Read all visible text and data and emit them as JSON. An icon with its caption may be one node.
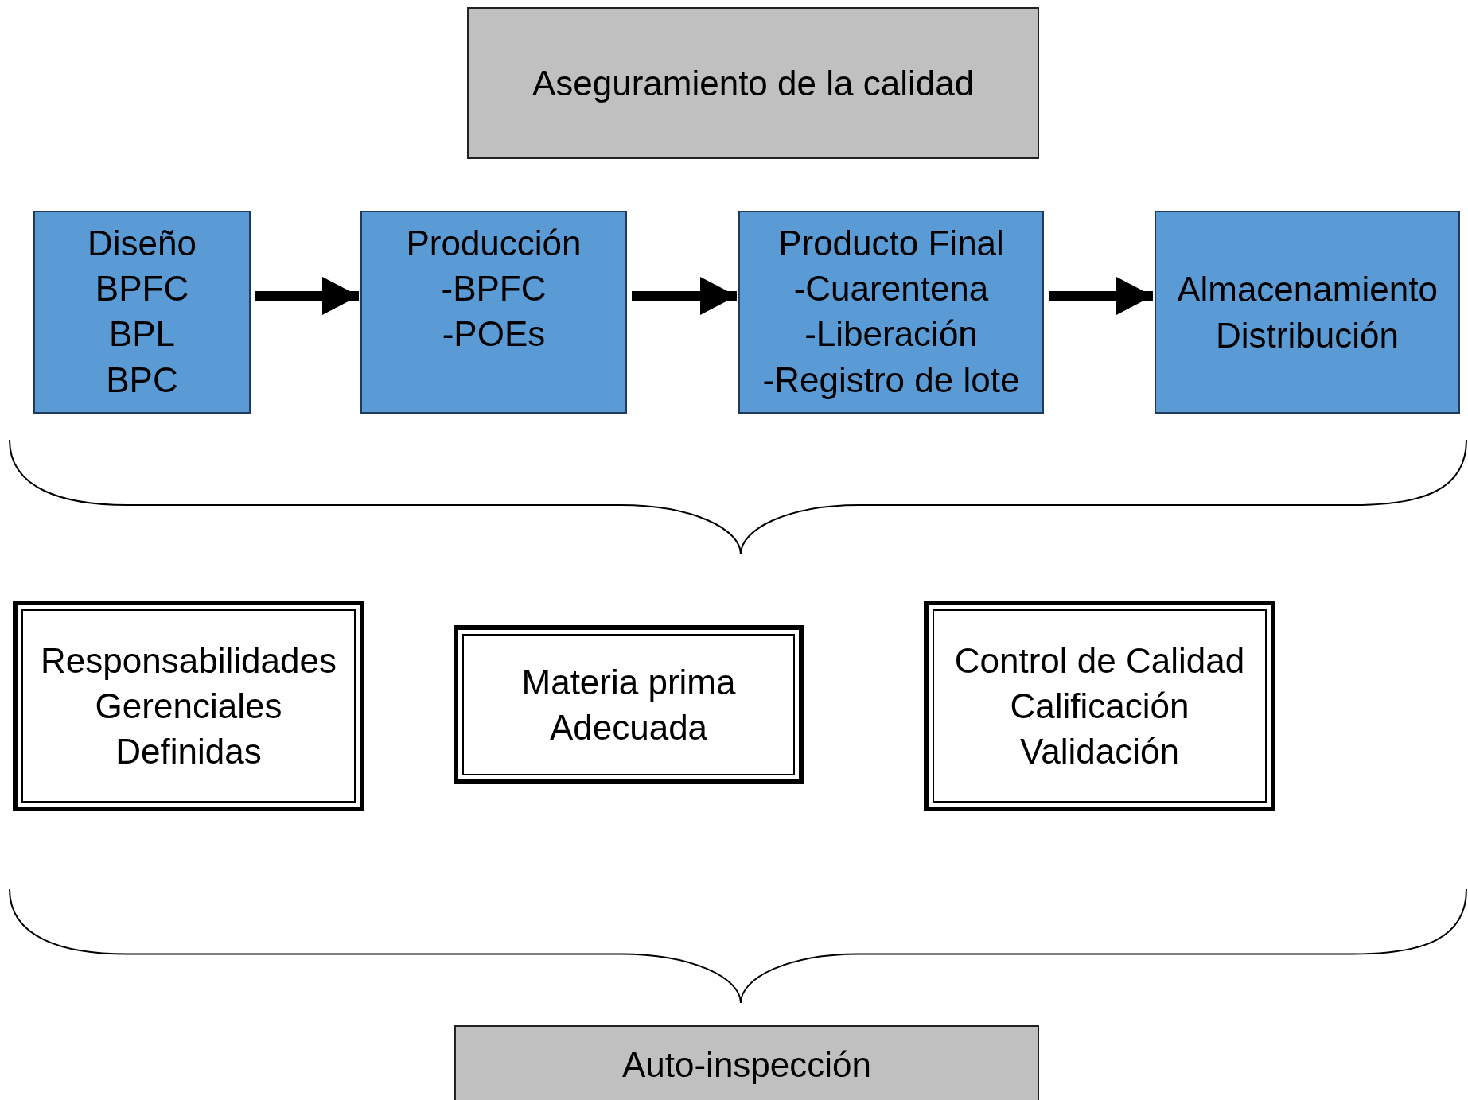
{
  "diagram": {
    "nodes": [
      {
        "text": [
          "Aseguramiento de la calidad"
        ]
      },
      {
        "text": [
          "Diseño",
          "BPFC",
          "BPL",
          "BPC"
        ]
      },
      {
        "text": [
          "Producción",
          "-BPFC",
          "-POEs"
        ]
      },
      {
        "text": [
          "Producto Final",
          "-Cuarentena",
          "-Liberación",
          "-Registro de lote"
        ]
      },
      {
        "text": [
          "Almacenamiento",
          "Distribución"
        ]
      },
      {
        "text": [
          "Responsabilidades Gerenciales Definidas"
        ]
      },
      {
        "text": [
          "Materia prima Adecuada"
        ]
      },
      {
        "text": [
          "Control de Calidad",
          "Calificación",
          "Validación"
        ]
      },
      {
        "text": [
          "Auto-inspección"
        ]
      }
    ],
    "edges": [
      {
        "from": 1,
        "to": 2,
        "arrow": "to"
      },
      {
        "from": 2,
        "to": 3,
        "arrow": "to"
      },
      {
        "from": 3,
        "to": 4,
        "arrow": "to"
      }
    ]
  }
}
